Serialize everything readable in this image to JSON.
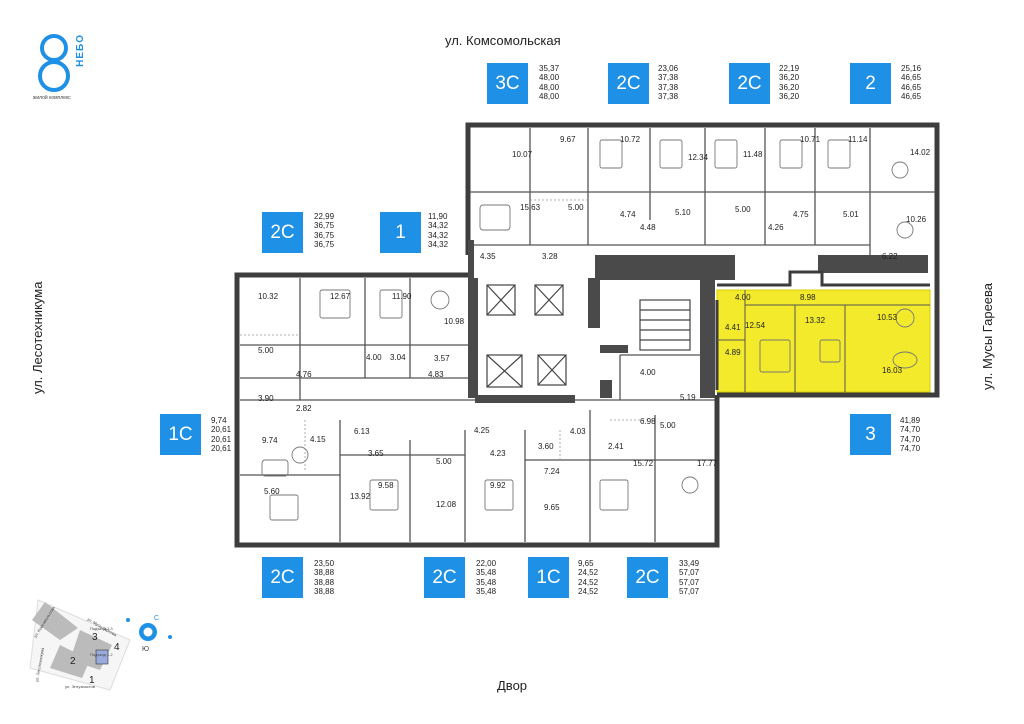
{
  "brand": {
    "word": "НЕБО",
    "subtitle": "жилой комплекс",
    "accent": "#1e90e6"
  },
  "streets": {
    "top": "ул. Комсомольская",
    "left": "ул. Лесотехникума",
    "right": "ул. Мусы Гареева",
    "bottom": "Двор"
  },
  "badges": [
    {
      "label": "3С",
      "areas": [
        "35,37",
        "48,00",
        "48,00",
        "48,00"
      ]
    },
    {
      "label": "2С",
      "areas": [
        "23,06",
        "37,38",
        "37,38",
        "37,38"
      ]
    },
    {
      "label": "2С",
      "areas": [
        "22,19",
        "36,20",
        "36,20",
        "36,20"
      ]
    },
    {
      "label": "2",
      "areas": [
        "25,16",
        "46,65",
        "46,65",
        "46,65"
      ]
    },
    {
      "label": "2С",
      "areas": [
        "22,99",
        "36,75",
        "36,75",
        "36,75"
      ]
    },
    {
      "label": "1",
      "areas": [
        "11,90",
        "34,32",
        "34,32",
        "34,32"
      ]
    },
    {
      "label": "3",
      "areas": [
        "41,89",
        "74,70",
        "74,70",
        "74,70"
      ]
    },
    {
      "label": "1С",
      "areas": [
        "9,74",
        "20,61",
        "20,61",
        "20,61"
      ]
    },
    {
      "label": "2С",
      "areas": [
        "23,50",
        "38,88",
        "38,88",
        "38,88"
      ]
    },
    {
      "label": "2С",
      "areas": [
        "22,00",
        "35,48",
        "35,48",
        "35,48"
      ]
    },
    {
      "label": "1С",
      "areas": [
        "9,65",
        "24,52",
        "24,52",
        "24,52"
      ]
    },
    {
      "label": "2С",
      "areas": [
        "33,49",
        "57,07",
        "57,07",
        "57,07"
      ]
    }
  ],
  "rooms": [
    "10.07",
    "9.67",
    "10.72",
    "12.34",
    "11.48",
    "10.71",
    "11.14",
    "14.02",
    "15.63",
    "5.00",
    "4.74",
    "5.10",
    "5.00",
    "4.75",
    "5.01",
    "10.26",
    "4.48",
    "4.26",
    "6.22",
    "4.35",
    "3.28",
    "10.32",
    "12.67",
    "11.90",
    "10.98",
    "5.00",
    "4.00",
    "3.04",
    "3.57",
    "4.76",
    "4.83",
    "4.00",
    "8.98",
    "4.41",
    "12.54",
    "13.32",
    "10.53",
    "4.89",
    "16.03",
    "4.00",
    "5.19",
    "3.90",
    "2.82",
    "6.98",
    "5.00",
    "9.74",
    "4.15",
    "6.13",
    "3.65",
    "4.25",
    "3.60",
    "4.03",
    "4.23",
    "2.41",
    "15.72",
    "17.77",
    "5.00",
    "7.24",
    "5.60",
    "13.92",
    "9.58",
    "12.08",
    "9.92",
    "9.65"
  ],
  "minimap": {
    "streets": [
      "ул. Комсомольская",
      "ул. Мусы Гареева",
      "ул. Лесотехникума",
      "ул. Энтузиастов"
    ],
    "numbers": [
      "3",
      "4",
      "2",
      "1"
    ],
    "entrances": [
      "Подъезд 1.3",
      "Подъезд 1.2"
    ],
    "compass": {
      "north": "С",
      "south": "Ю"
    }
  },
  "colors": {
    "wall": "#3d3d3d",
    "highlight": "#f2ea2a",
    "highlightStroke": "#d8cc00",
    "core": "#4a4a4a"
  }
}
